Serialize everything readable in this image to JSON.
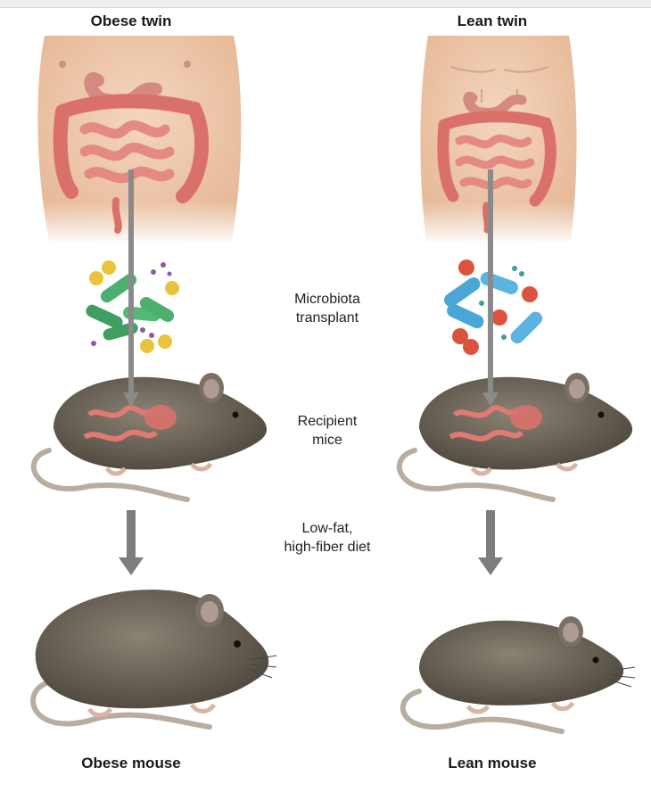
{
  "titles": {
    "left": "Obese twin",
    "right": "Lean twin"
  },
  "center_labels": {
    "transplant": [
      "Microbiota",
      "transplant"
    ],
    "recipient": [
      "Recipient",
      "mice"
    ],
    "diet": [
      "Low-fat,",
      "high-fiber diet"
    ]
  },
  "bottom_labels": {
    "left": "Obese mouse",
    "right": "Lean mouse"
  },
  "colors": {
    "skin": "#eecbb0",
    "intestine": "#d9716a",
    "arrow": "#7d7d7d",
    "mouse_fur": "#6b6458",
    "green_bacteria": "#4caf6e",
    "yellow_bacteria": "#e9c33a",
    "purple_bacteria": "#8a5aa8",
    "blue_bacteria": "#4aa6d6",
    "red_bacteria": "#d9533e",
    "teal_bacteria": "#3f9e97"
  }
}
